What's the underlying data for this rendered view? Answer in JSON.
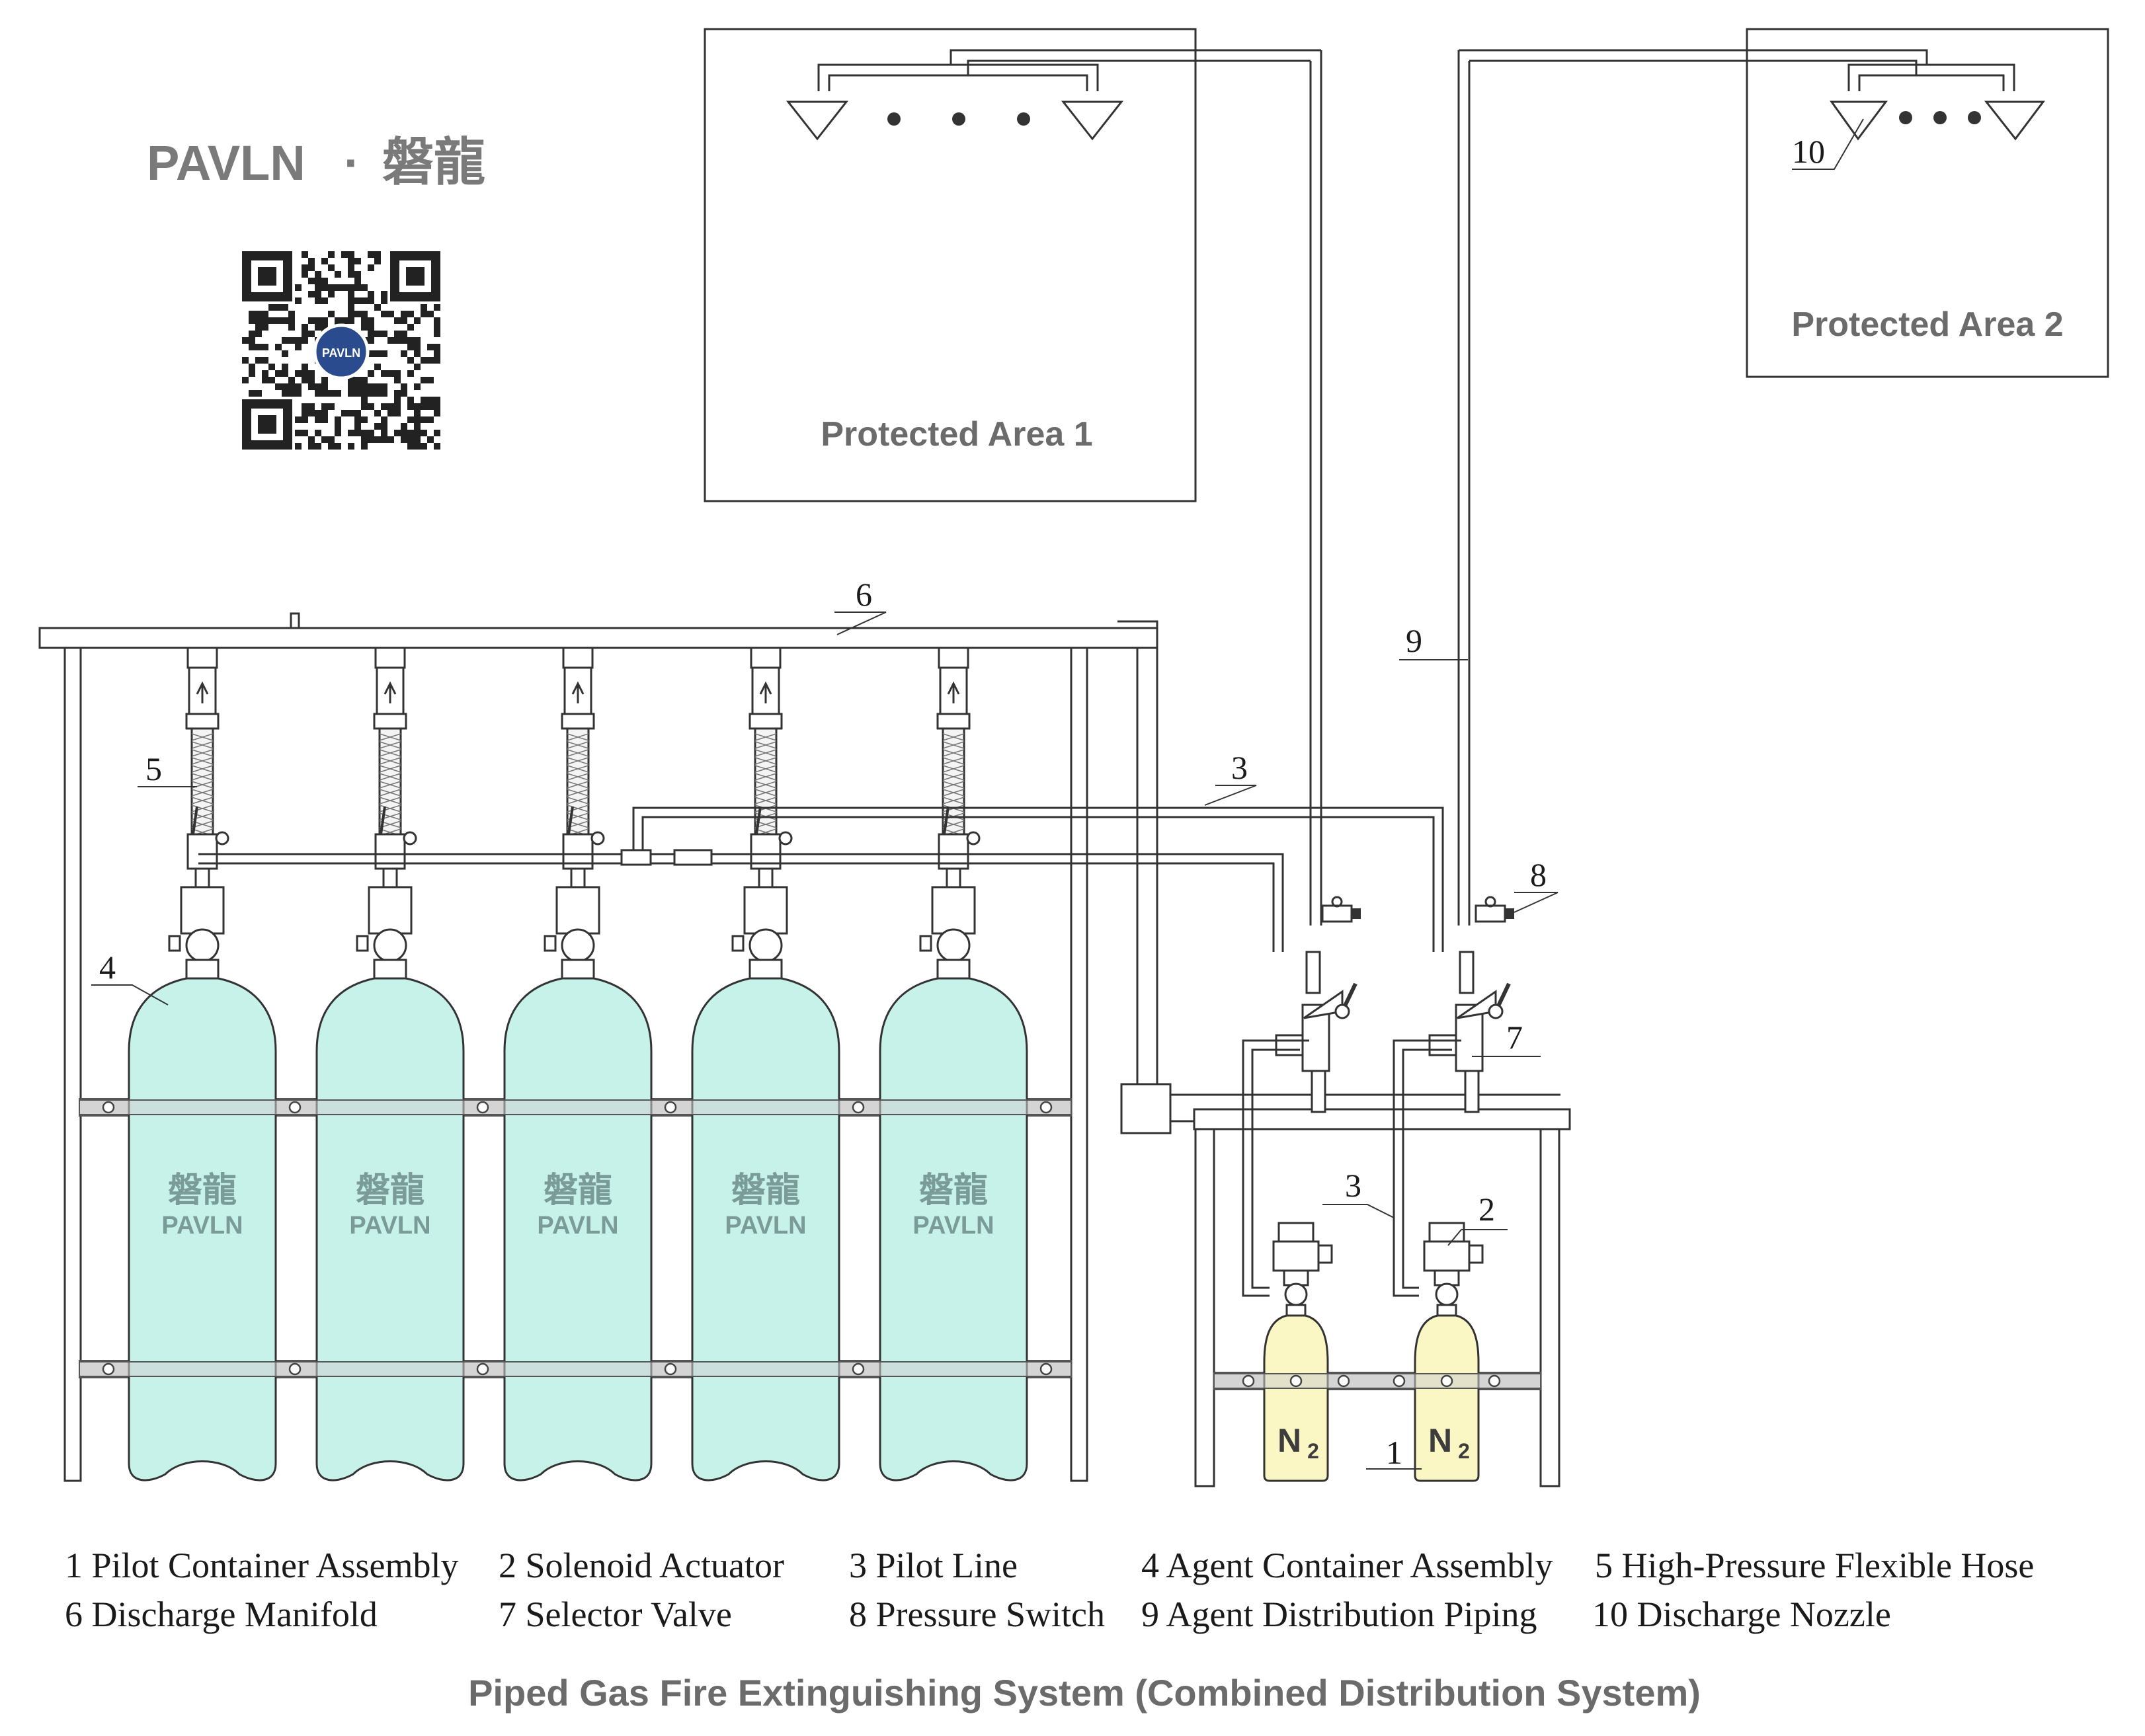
{
  "logo": {
    "brand_latin": "PAVLN",
    "separator": "·",
    "brand_chinese": "磐龍",
    "qr_badge": "PAVLN"
  },
  "areas": {
    "area1_label": "Protected Area 1",
    "area2_label": "Protected Area 2"
  },
  "agent_cylinders": {
    "count": 5,
    "label_chinese": "磐龍",
    "label_latin": "PAVLN",
    "fill_color": "#c6f2ea"
  },
  "pilot_cylinders": {
    "count": 2,
    "label": "N",
    "label_sub": "2",
    "fill_color": "#fbf7c4"
  },
  "callouts": {
    "c1": "1",
    "c2": "2",
    "c3a": "3",
    "c3b": "3",
    "c4": "4",
    "c5": "5",
    "c6": "6",
    "c7": "7",
    "c8": "8",
    "c9": "9",
    "c10": "10"
  },
  "legend": [
    "1 Pilot Container Assembly",
    "2 Solenoid Actuator",
    "3 Pilot Line",
    "4 Agent Container Assembly",
    "5 High-Pressure Flexible Hose",
    "6 Discharge Manifold",
    "7 Selector Valve",
    "8 Pressure Switch",
    "9 Agent Distribution Piping",
    "10 Discharge Nozzle"
  ],
  "title": "Piped Gas Fire Extinguishing System (Combined Distribution System)"
}
